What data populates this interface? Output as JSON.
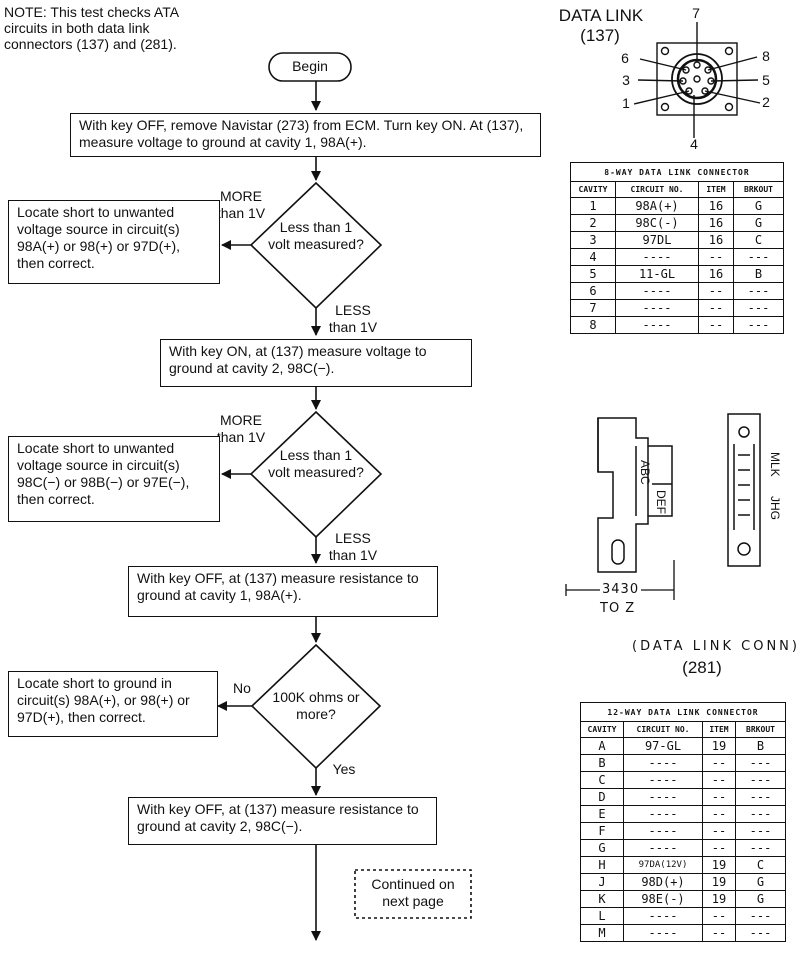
{
  "note": "NOTE: This test checks ATA circuits in both data link connectors (137) and (281).",
  "flow": {
    "begin": "Begin",
    "step1": "With key OFF, remove Navistar (273) from ECM. Turn key ON. At (137), measure voltage to ground at cavity 1, 98A(+).",
    "dec1": "Less than 1 volt measured?",
    "dec1_more": "MORE than 1V",
    "dec1_less": "LESS than 1V",
    "fix1": "Locate short to unwanted voltage source in circuit(s) 98A(+) or 98(+) or 97D(+), then correct.",
    "step2": "With key ON, at (137) measure voltage to ground at cavity 2, 98C(−).",
    "dec2": "Less than 1 volt measured?",
    "dec2_more": "MORE than 1V",
    "dec2_less": "LESS than 1V",
    "fix2": "Locate short to unwanted voltage source in circuit(s) 98C(−) or 98B(−) or 97E(−), then correct.",
    "step3": "With key OFF, at (137) measure resistance to ground at cavity 1, 98A(+).",
    "dec3": "100K ohms or more?",
    "dec3_no": "No",
    "dec3_yes": "Yes",
    "fix3": "Locate short to ground in circuit(s) 98A(+), or 98(+) or 97D(+), then correct.",
    "step4": "With key OFF, at (137) measure resistance to ground at cavity 2, 98C(−).",
    "continued": "Continued on next page"
  },
  "connector137": {
    "title": "DATA LINK",
    "ref": "(137)",
    "pins": [
      "7",
      "6",
      "8",
      "3",
      "5",
      "1",
      "2",
      "4"
    ]
  },
  "table8": {
    "title": "8-WAY DATA LINK CONNECTOR",
    "headers": [
      "CAVITY",
      "CIRCUIT NO.",
      "ITEM",
      "BRKOUT"
    ],
    "rows": [
      [
        "1",
        "98A(+)",
        "16",
        "G"
      ],
      [
        "2",
        "98C(-)",
        "16",
        "G"
      ],
      [
        "3",
        "97DL",
        "16",
        "C"
      ],
      [
        "4",
        "----",
        "--",
        "---"
      ],
      [
        "5",
        "11-GL",
        "16",
        "B"
      ],
      [
        "6",
        "----",
        "--",
        "---"
      ],
      [
        "7",
        "----",
        "--",
        "---"
      ],
      [
        "8",
        "----",
        "--",
        "---"
      ]
    ]
  },
  "connector281": {
    "left_label_top": "ABC",
    "left_label_bottom": "DEF",
    "right_label_top": "MLK",
    "right_label_bottom": "JHG",
    "dimension": "3430",
    "dimension_to": "TO Z",
    "caption": "(DATA LINK CONN)",
    "ref": "(281)"
  },
  "table12": {
    "title": "12-WAY DATA LINK CONNECTOR",
    "headers": [
      "CAVITY",
      "CIRCUIT NO.",
      "ITEM",
      "BRKOUT"
    ],
    "rows": [
      [
        "A",
        "97-GL",
        "19",
        "B"
      ],
      [
        "B",
        "----",
        "--",
        "---"
      ],
      [
        "C",
        "----",
        "--",
        "---"
      ],
      [
        "D",
        "----",
        "--",
        "---"
      ],
      [
        "E",
        "----",
        "--",
        "---"
      ],
      [
        "F",
        "----",
        "--",
        "---"
      ],
      [
        "G",
        "----",
        "--",
        "---"
      ],
      [
        "H",
        "97DA(12V)",
        "19",
        "C"
      ],
      [
        "J",
        "98D(+)",
        "19",
        "G"
      ],
      [
        "K",
        "98E(-)",
        "19",
        "G"
      ],
      [
        "L",
        "----",
        "--",
        "---"
      ],
      [
        "M",
        "----",
        "--",
        "---"
      ]
    ]
  }
}
